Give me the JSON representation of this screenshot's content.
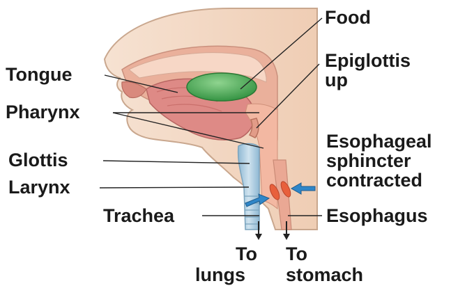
{
  "labels": {
    "food": "Food",
    "epiglottis_line1": "Epiglottis",
    "epiglottis_line2": "up",
    "tongue": "Tongue",
    "pharynx": "Pharynx",
    "glottis": "Glottis",
    "larynx": "Larynx",
    "trachea": "Trachea",
    "sphincter_line1": "Esophageal",
    "sphincter_line2": "sphincter",
    "sphincter_line3": "contracted",
    "esophagus": "Esophagus",
    "to_lungs_line1": "To",
    "to_lungs_line2": "lungs",
    "to_stomach_line1": "To",
    "to_stomach_line2": "stomach"
  },
  "colors": {
    "skin": "#f3d9c4",
    "skin_outline": "#c9a78e",
    "tissue": "#e7a58f",
    "cavity": "#f6c9b4",
    "tongue": "#d97a7a",
    "food": "#4fae5a",
    "airway": "#a9cbe0",
    "sphincter": "#e8603c",
    "arrow_blue": "#2f86c8",
    "leader": "#222222"
  }
}
